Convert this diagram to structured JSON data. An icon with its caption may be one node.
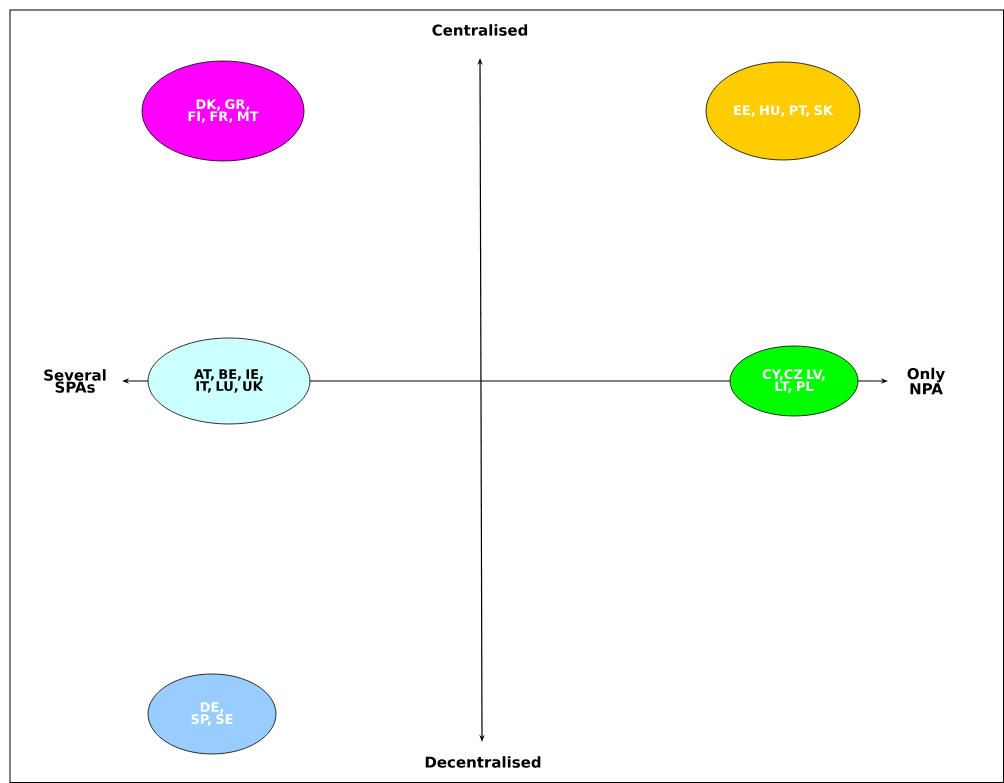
{
  "diagram": {
    "nodes": [
      {
        "text": [
          "DK, GR, FI, FR, MT"
        ]
      },
      {
        "text": [
          "EE, HU, PT, SK"
        ]
      },
      {
        "text": [
          "AT, BE, IE, IT, LU, UK"
        ]
      },
      {
        "text": [
          "CY,CZ LV, LT, PL"
        ]
      },
      {
        "text": [
          "DE, SP, SE"
        ]
      }
    ],
    "labels": [
      "Centralised",
      "Several SPAs",
      "Only NPA",
      "Decentralised"
    ]
  }
}
